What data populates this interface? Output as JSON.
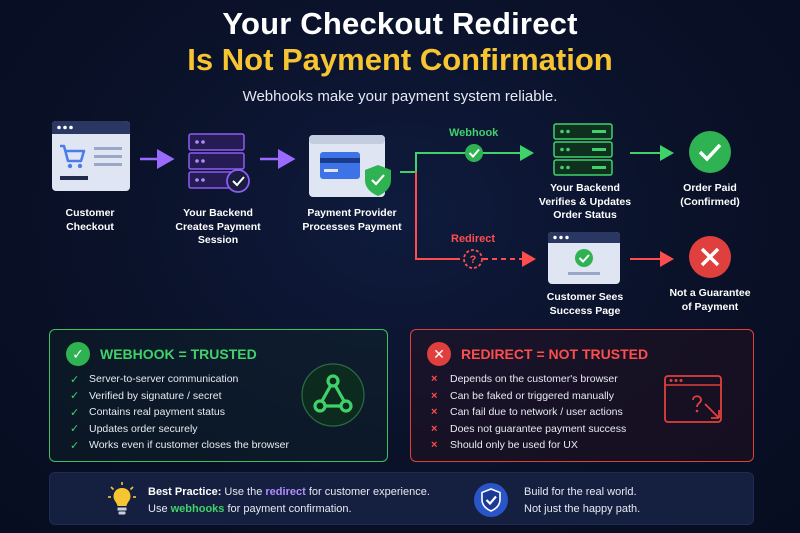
{
  "header": {
    "title_line1": "Your Checkout Redirect",
    "title_line2": "Is Not Payment Confirmation",
    "subtitle": "Webhooks make your payment system reliable."
  },
  "flow": {
    "customer_checkout": "Customer\nCheckout",
    "your_backend_creates": "Your Backend\nCreates Payment\nSession",
    "payment_provider": "Payment Provider\nProcesses Payment",
    "webhook_label": "Webhook",
    "redirect_label": "Redirect",
    "backend_verifies": "Your Backend\nVerifies & Updates\nOrder Status",
    "order_paid": "Order Paid\n(Confirmed)",
    "success_page": "Customer Sees\nSuccess Page",
    "not_guarantee": "Not a Guarantee\nof Payment"
  },
  "webhook_panel": {
    "title": "WEBHOOK = TRUSTED",
    "items": [
      "Server-to-server communication",
      "Verified by signature / secret",
      "Contains real payment status",
      "Updates order securely",
      "Works even if customer closes the browser"
    ]
  },
  "redirect_panel": {
    "title": "REDIRECT = NOT TRUSTED",
    "items": [
      "Depends on the customer's browser",
      "Can be faked or triggered manually",
      "Can fail due to network / user actions",
      "Does not guarantee payment success",
      "Should only be used for UX"
    ]
  },
  "best_practice": {
    "label": "Best Practice:",
    "part1": " Use the ",
    "redirect_word": "redirect",
    "part2": " for customer experience.",
    "part3": "Use ",
    "webhooks_word": "webhooks",
    "part4": " for payment confirmation."
  },
  "real_world": {
    "line1": "Build for the real world.",
    "line2": "Not just the happy path."
  },
  "colors": {
    "accent_green": "#3fd26a",
    "accent_red": "#ff4d4d",
    "accent_yellow": "#f7c531",
    "accent_purple": "#9b6bff"
  }
}
